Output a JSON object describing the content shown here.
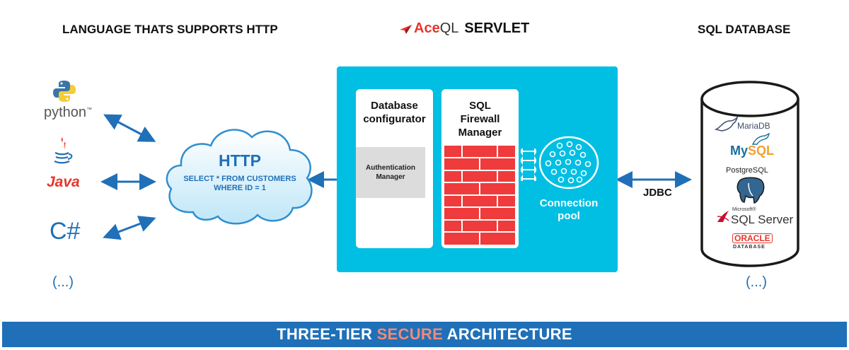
{
  "headers": {
    "language": "LANGUAGE THATS SUPPORTS HTTP",
    "servlet_brand_ace": "Ace",
    "servlet_brand_ql": "QL",
    "servlet": "SERVLET",
    "database": "SQL DATABASE"
  },
  "languages": {
    "python": "python",
    "python_tm": "™",
    "java": "Java",
    "csharp": "C#",
    "more": "(...)"
  },
  "cloud": {
    "title": "HTTP",
    "line1": "SELECT * FROM CUSTOMERS",
    "line2": "WHERE ID = 1"
  },
  "servlet_box": {
    "db_config_line1": "Database",
    "db_config_line2": "configurator",
    "auth_line1": "Authentication",
    "auth_line2": "Manager",
    "firewall_line1": "SQL",
    "firewall_line2": "Firewall",
    "firewall_line3": "Manager",
    "pool_line1": "Connection",
    "pool_line2": "pool"
  },
  "jdbc": "JDBC",
  "databases": {
    "mariadb": "MariaDB",
    "mysql_my": "My",
    "mysql_sql": "SQL",
    "postgres": "PostgreSQL",
    "sqlserver_small": "Microsoft®",
    "sqlserver": "SQL Server",
    "oracle": "ORACLE",
    "oracle_sub": "DATABASE",
    "more": "(...)"
  },
  "footer": {
    "part1": "THREE-TIER ",
    "part2": "SECURE",
    "part3": " ARCHITECTURE"
  },
  "colors": {
    "blue": "#1f70b8",
    "cyan": "#00bfe3",
    "brick": "#ef3b3b",
    "secure": "#f08a78"
  }
}
